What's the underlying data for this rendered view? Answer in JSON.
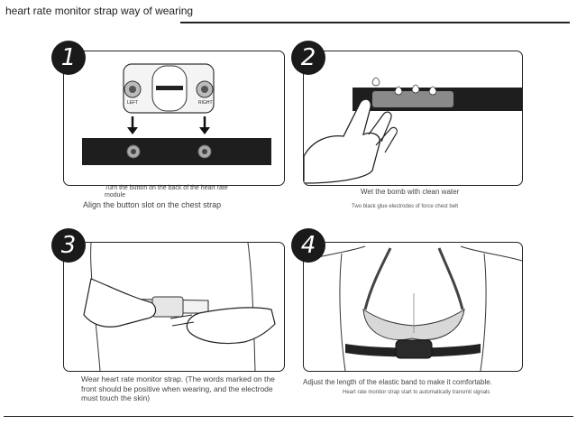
{
  "title": "heart rate monitor strap way of wearing",
  "steps": [
    {
      "number": "1",
      "caption_small": "Turn the button on the back of the heart rate module",
      "caption_main": "Align the button slot on the chest strap",
      "module_labels": [
        "LEFT",
        "RIGHT"
      ]
    },
    {
      "number": "2",
      "caption_main": "Wet the bomb with clean water",
      "caption_small": "Two black glue electrodes of force chest belt"
    },
    {
      "number": "3",
      "caption_main": "Wear heart rate monitor strap. (The words marked on the front should be positive when wearing, and the electrode must touch the skin)"
    },
    {
      "number": "4",
      "caption_main": "Adjust the length of the elastic band to make it comfortable.",
      "caption_small": "Heart rate monitor strap start to automatically transmit signals"
    }
  ]
}
